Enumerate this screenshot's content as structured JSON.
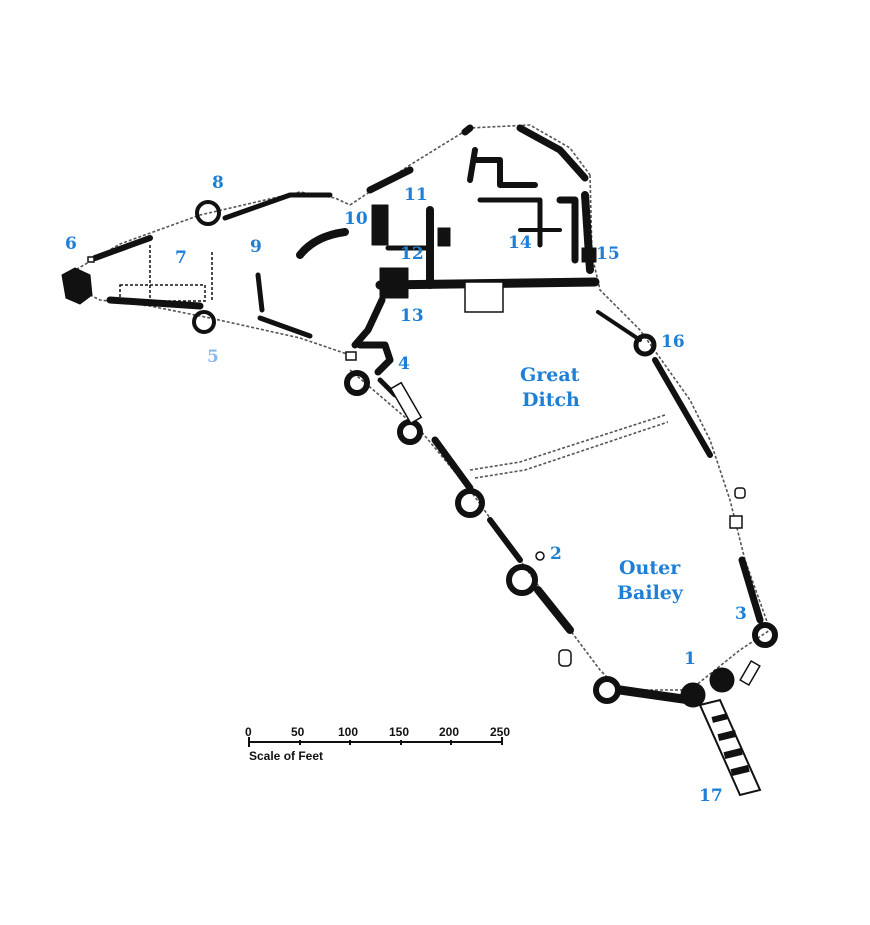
{
  "colors": {
    "label": "#1e7fd6",
    "label_faded": "#8cb9e6",
    "wall": "#111111",
    "outline": "#555555",
    "background": "#ffffff"
  },
  "labels": {
    "n1": "1",
    "n2": "2",
    "n3": "3",
    "n4": "4",
    "n5": "5",
    "n6": "6",
    "n7": "7",
    "n8": "8",
    "n9": "9",
    "n10": "10",
    "n11": "11",
    "n12": "12",
    "n13": "13",
    "n14": "14",
    "n15": "15",
    "n16": "16",
    "n17": "17"
  },
  "areas": {
    "great_ditch_1": "Great",
    "great_ditch_2": "Ditch",
    "outer_bailey_1": "Outer",
    "outer_bailey_2": "Bailey"
  },
  "scale_bar": {
    "ticks": [
      "0",
      "50",
      "100",
      "150",
      "200",
      "250"
    ],
    "caption": "Scale of Feet"
  }
}
